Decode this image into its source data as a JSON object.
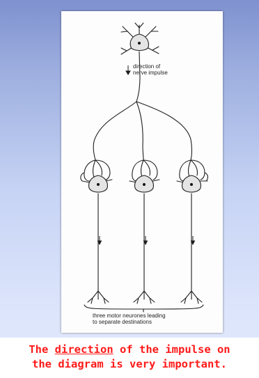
{
  "diagram": {
    "label_direction_line1": "direction of",
    "label_direction_line2": "nerve impulse",
    "label_bottom_line1": "three motor neurones leading",
    "label_bottom_line2": "to separate destinations"
  },
  "caption": {
    "line1_before": "The ",
    "line1_emph": "direction",
    "line1_after": " of the impulse on",
    "line2": "the diagram is very important."
  },
  "colors": {
    "caption": "#ff1a1a",
    "soma_fill": "#e4e4e4",
    "line": "#1e1e1e"
  }
}
